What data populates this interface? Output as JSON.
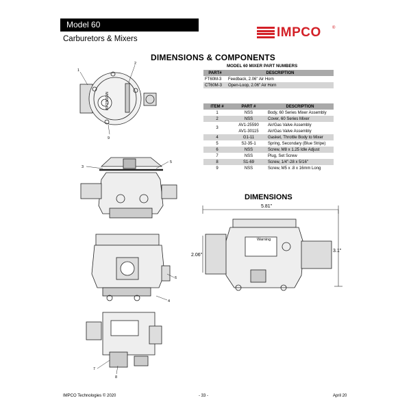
{
  "header": {
    "title": "Model 60",
    "subtitle": "Carburetors & Mixers"
  },
  "logo": {
    "text": "IMPCO",
    "mark": "®",
    "color": "#d32027"
  },
  "section_title": "DIMENSIONS & COMPONENTS",
  "parts_table": {
    "caption": "MODEL 60 MIXER PART NUMBERS",
    "headers": [
      "PART#",
      "DESCRIPTION"
    ],
    "rows": [
      [
        "FT60M-3",
        "Feedback, 2.06\" Air Horn"
      ],
      [
        "CT60M-3",
        "Open-Loop, 2.06\" Air Horn"
      ]
    ]
  },
  "items_table": {
    "headers": [
      "ITEM #",
      "PART #",
      "DESCRIPTION"
    ],
    "rows": [
      [
        "1",
        "NSS",
        "Body, 60 Series Mixer Assembly"
      ],
      [
        "2",
        "NSS",
        "Cover, 60 Series Mixer"
      ],
      [
        "3",
        "AV1-25590",
        "Air/Gas Valve Assembly"
      ],
      [
        "",
        "AV1-30115",
        "Air/Gas Valve Assembly"
      ],
      [
        "4",
        "G1-11",
        "Gasket, Throttle Body to Mixer"
      ],
      [
        "5",
        "S2-35-1",
        "Spring, Secondary (Blue Stripe)"
      ],
      [
        "6",
        "NSS",
        "Screw, M8 x 1.25 Idle Adjust"
      ],
      [
        "7",
        "NSS",
        "Plug, Set Screw"
      ],
      [
        "8",
        "S1-69",
        "Screw, 1/4\"-28 x 5/16\""
      ],
      [
        "9",
        "NSS",
        "Screw, M5 x .8 x 16mm Long"
      ]
    ]
  },
  "dimensions": {
    "title": "DIMENSIONS",
    "width": "5.81\"",
    "height_left": "2.06\"",
    "height_right": "3.1\""
  },
  "drawing": {
    "model_text": "MODEL 60",
    "warning_text": "Warning",
    "callouts": [
      "1",
      "2",
      "9",
      "3",
      "5",
      "6",
      "4",
      "7",
      "8"
    ]
  },
  "footer": {
    "left": "IMPCO Technologies © 2020",
    "center": "- 33 -",
    "right": "April 20"
  }
}
